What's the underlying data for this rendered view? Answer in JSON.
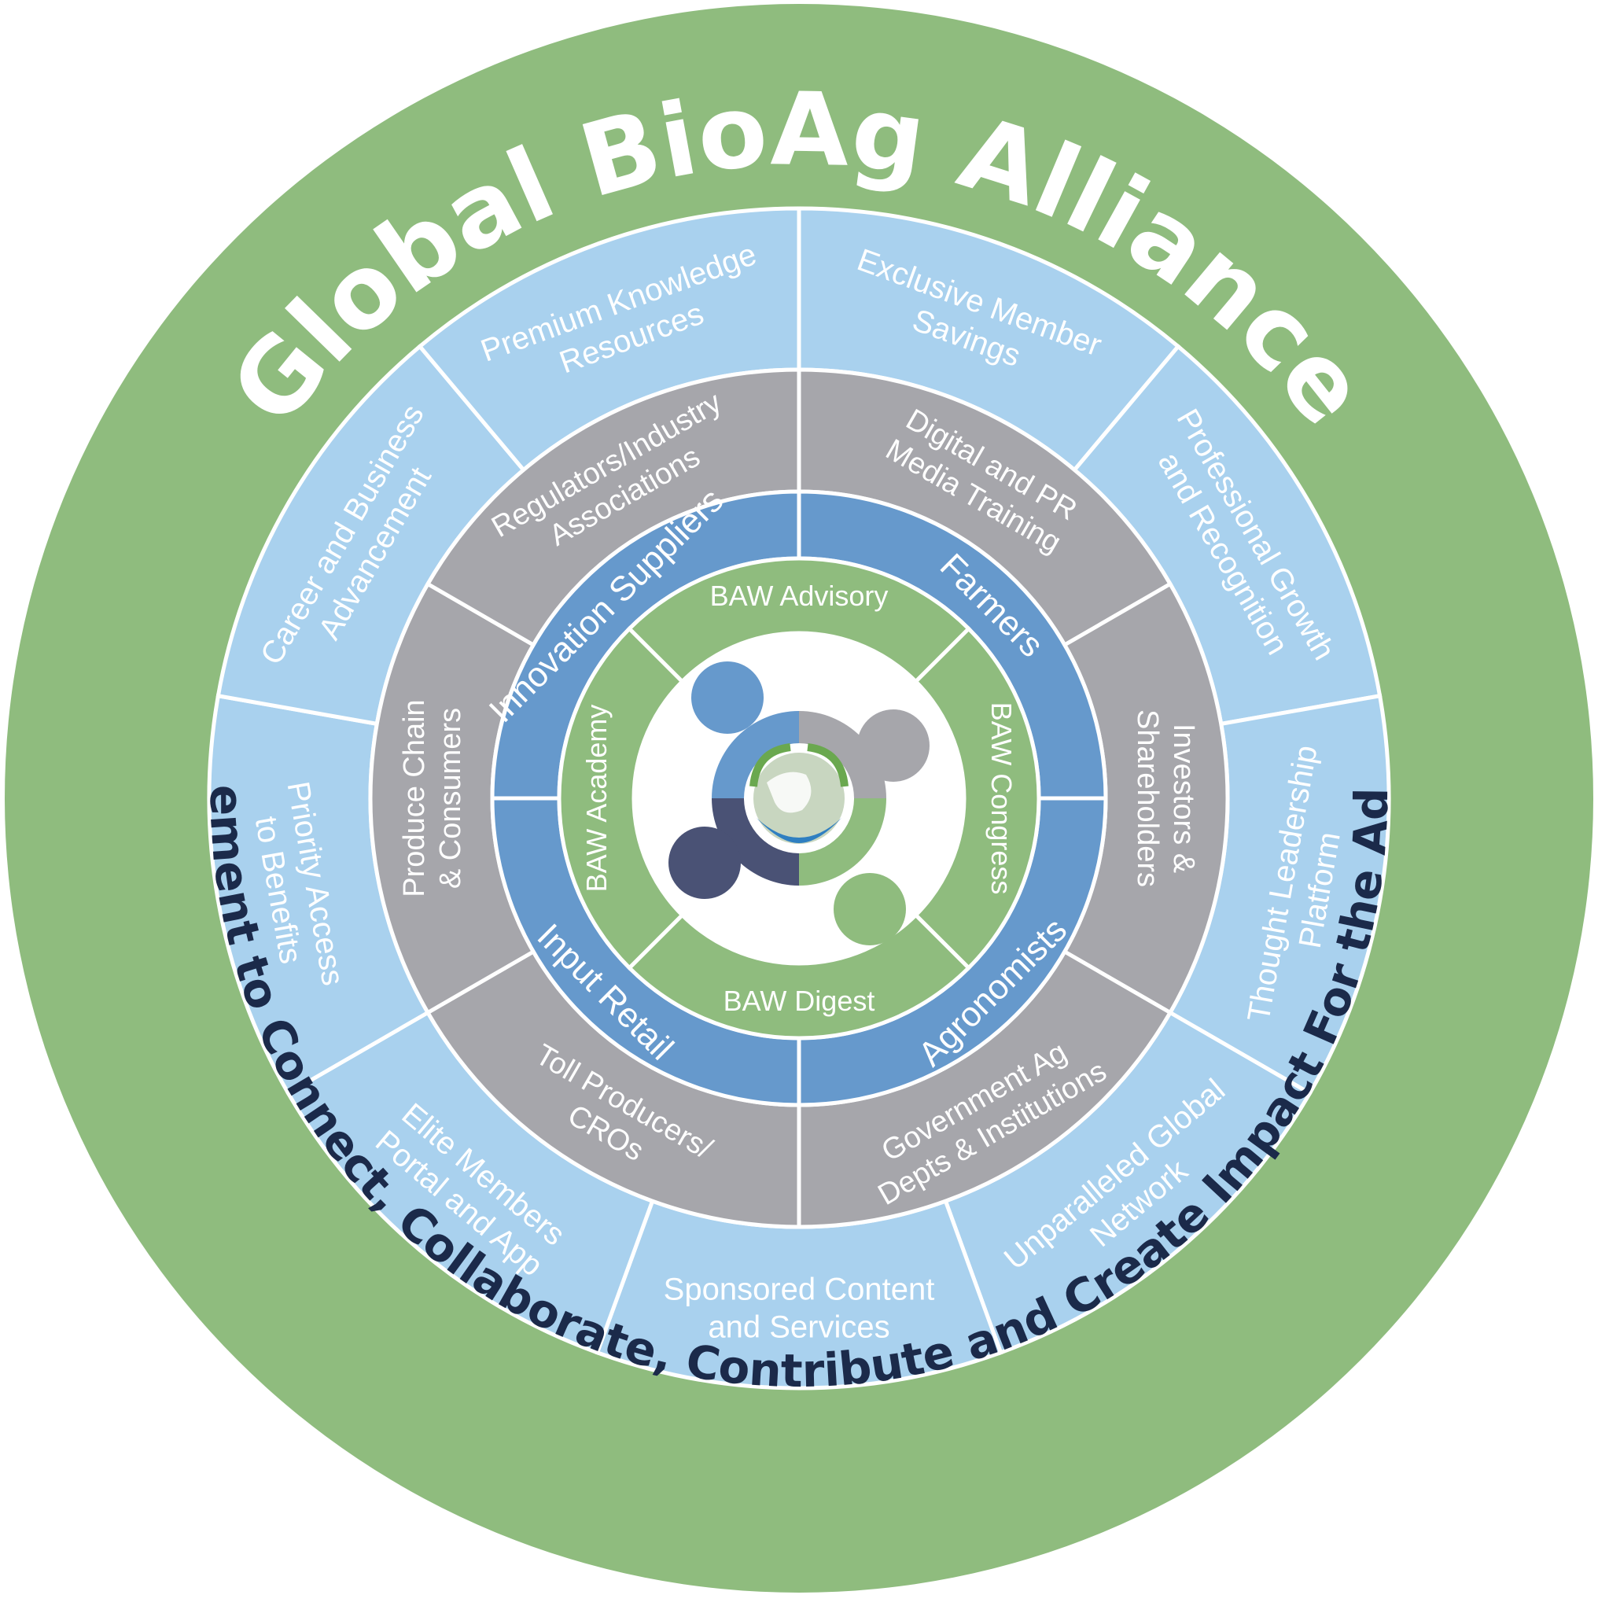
{
  "title": "Global BioAg Alliance",
  "tagline": "Sustainable Farming Movement to Connect, Collaborate, Contribute and Create Impact For the Adoption of BioAg Solutions",
  "colors": {
    "outer_ring": "#8fbc7e",
    "benefits": "#a9d1ee",
    "stakeholders": "#a6a6ab",
    "core": "#6699cc",
    "programs": "#8fbc7e",
    "title_text": "#ffffff",
    "tagline_text": "#1b2a4a",
    "divider": "#ffffff"
  },
  "rings": {
    "benefits": [
      [
        "Exclusive Member",
        "Savings"
      ],
      [
        "Professional Growth",
        "and Recognition"
      ],
      [
        "Thought Leadership",
        "Platform"
      ],
      [
        "Unparalleled Global",
        "Network"
      ],
      [
        "Sponsored Content",
        "and Services"
      ],
      [
        "Elite Members",
        "Portal and App"
      ],
      [
        "Priority Access",
        "to Benefits"
      ],
      [
        "Career and Business",
        "Advancement"
      ],
      [
        "Premium Knowledge",
        "Resources"
      ]
    ],
    "stakeholders": [
      [
        "Digital and PR",
        "Media Training"
      ],
      [
        "Investors &",
        "Shareholders"
      ],
      [
        "Government Ag",
        "Depts & Institutions"
      ],
      [
        "Toll Producers/",
        "CROs"
      ],
      [
        "Produce Chain",
        "& Consumers"
      ],
      [
        "Regulators/Industry",
        "Associations"
      ]
    ],
    "core": [
      [
        "Farmers"
      ],
      [
        "Agronomists"
      ],
      [
        "Input Retail"
      ],
      [
        "Innovation Suppliers"
      ]
    ],
    "programs": [
      [
        "BAW Congress"
      ],
      [
        "BAW Digest"
      ],
      [
        "BAW Academy"
      ],
      [
        "BAW Advisory"
      ]
    ]
  },
  "logo": {
    "icon": "people-around-globe-logo-icon",
    "colors": [
      "#6699cc",
      "#a6a6ab",
      "#4a5275",
      "#8fbc7e"
    ]
  }
}
